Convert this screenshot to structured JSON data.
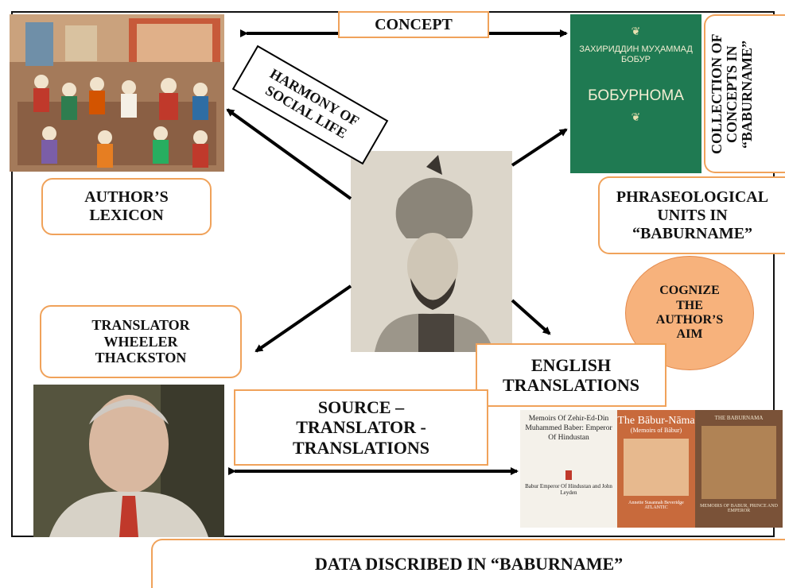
{
  "labels": {
    "concept": "CONCEPT",
    "harmony": "HARMONY OF SOCIAL LIFE",
    "collection": "COLLECTION OF CONCEPTS IN “BABURNAME”",
    "lexicon": "AUTHOR’S LEXICON",
    "phraseological": "PHRASEOLOGICAL UNITS IN “BABURNAME”",
    "cognize": "COGNIZE THE AUTHOR’S AIM",
    "translator": "TRANSLATOR WHEELER THACKSTON",
    "english": "ENGLISH TRANSLATIONS",
    "source": "SOURCE – TRANSLATOR - TRANSLATIONS",
    "data": "DATA DISCRIBED IN “BABURNAME”"
  },
  "book_cover": {
    "author": "ЗАХИРИДДИН МУҲАММАД БОБУР",
    "title": "БОБУРНОМА"
  },
  "english_books": [
    {
      "title": "Memoirs Of Zehir-Ed-Din Muhammed Baber: Emperor Of Hindustan",
      "footer": "Babur Emperor Of Hindustan and John Leyden"
    },
    {
      "title": "The Bābur-Nāma",
      "subtitle": "(Memoirs of Bābur)",
      "footer": "Annette Susannah Beveridge",
      "publisher": "ATLANTIC"
    },
    {
      "title": "THE BABURNAMA",
      "subtitle": "MEMOIRS OF BABUR, PRINCE AND EMPEROR"
    }
  ],
  "colors": {
    "accent_border": "#f0a25a",
    "cognize_fill": "#f7b27c",
    "book_green": "#1f7a52"
  }
}
